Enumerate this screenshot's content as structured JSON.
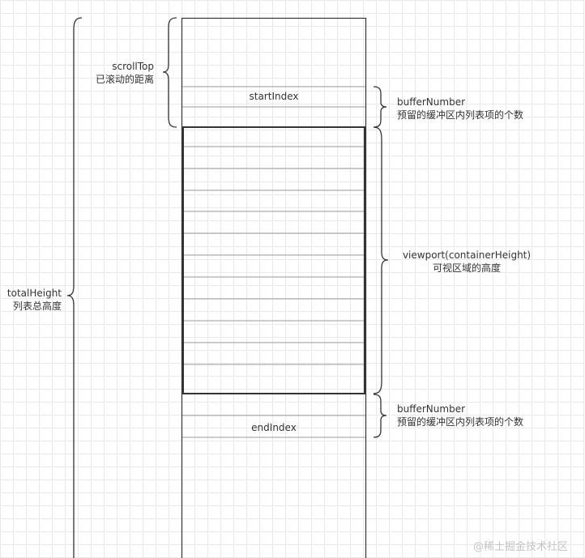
{
  "labels": {
    "scroll_top": {
      "title": "scrollTop",
      "desc": "已滚动的距离"
    },
    "start_index": "startIndex",
    "end_index": "endIndex",
    "buffer_top": {
      "title": "bufferNumber",
      "desc": "预留的缓冲区内列表项的个数"
    },
    "viewport": {
      "title": "viewport(containerHeight)",
      "desc": "可视区域的高度"
    },
    "buffer_bottom": {
      "title": "bufferNumber",
      "desc": "预留的缓冲区内列表项的个数"
    },
    "total_height": {
      "title": "totalHeight",
      "desc": "列表总高度"
    }
  },
  "watermark": "@稀土掘金技术社区",
  "colors": {
    "outline": "#333333",
    "row_divider": "#999999",
    "text": "#333333",
    "grid": "#e9e9e9",
    "watermark": "#c4c4c4"
  }
}
